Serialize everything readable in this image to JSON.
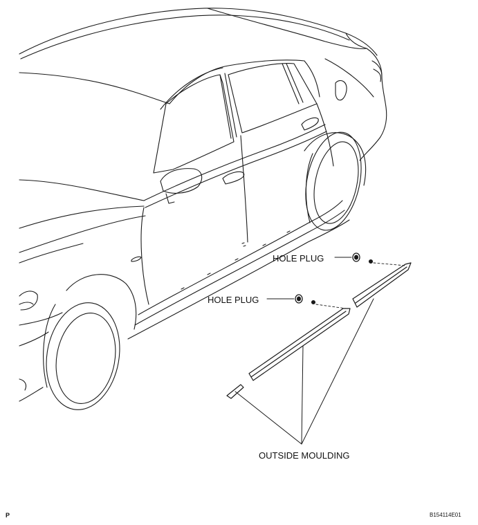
{
  "callouts": {
    "hole_plug_upper": "HOLE PLUG",
    "hole_plug_lower": "HOLE PLUG",
    "outside_moulding": "OUTSIDE MOULDING"
  },
  "corner_mark": "P",
  "figure_code": "B154114E01",
  "colors": {
    "line": "#1a1a1a",
    "background": "#ffffff"
  }
}
